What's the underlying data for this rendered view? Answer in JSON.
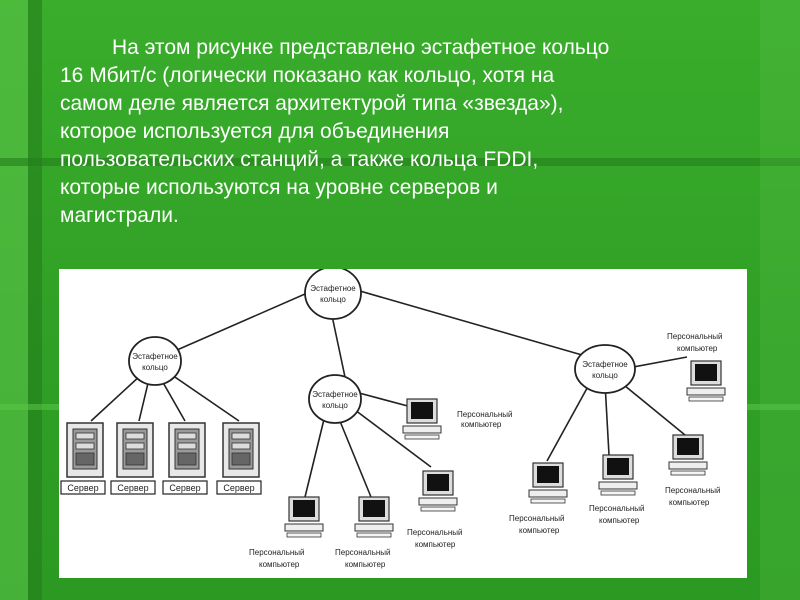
{
  "text": {
    "line1": "На этом рисунке представлено эстафетное кольцо",
    "line2": "16 Мбит/с (логически показано как кольцо, хотя на",
    "line3": "самом деле является архитектурой типа «звезда»),",
    "line4": "которое используется для объединения",
    "line5": "пользовательских станций, а также кольца FDDI,",
    "line6": "которые используются на уровне серверов и",
    "line7": "магистрали."
  },
  "diagram": {
    "ring_label_1": "Эстафетное",
    "ring_label_2": "кольцо",
    "server_label": "Сервер",
    "pc_label_1": "Персональный",
    "pc_label_2": "компьютер"
  },
  "colors": {
    "background": "#33a829",
    "text": "#ffffff",
    "figure_bg": "#ffffff"
  }
}
